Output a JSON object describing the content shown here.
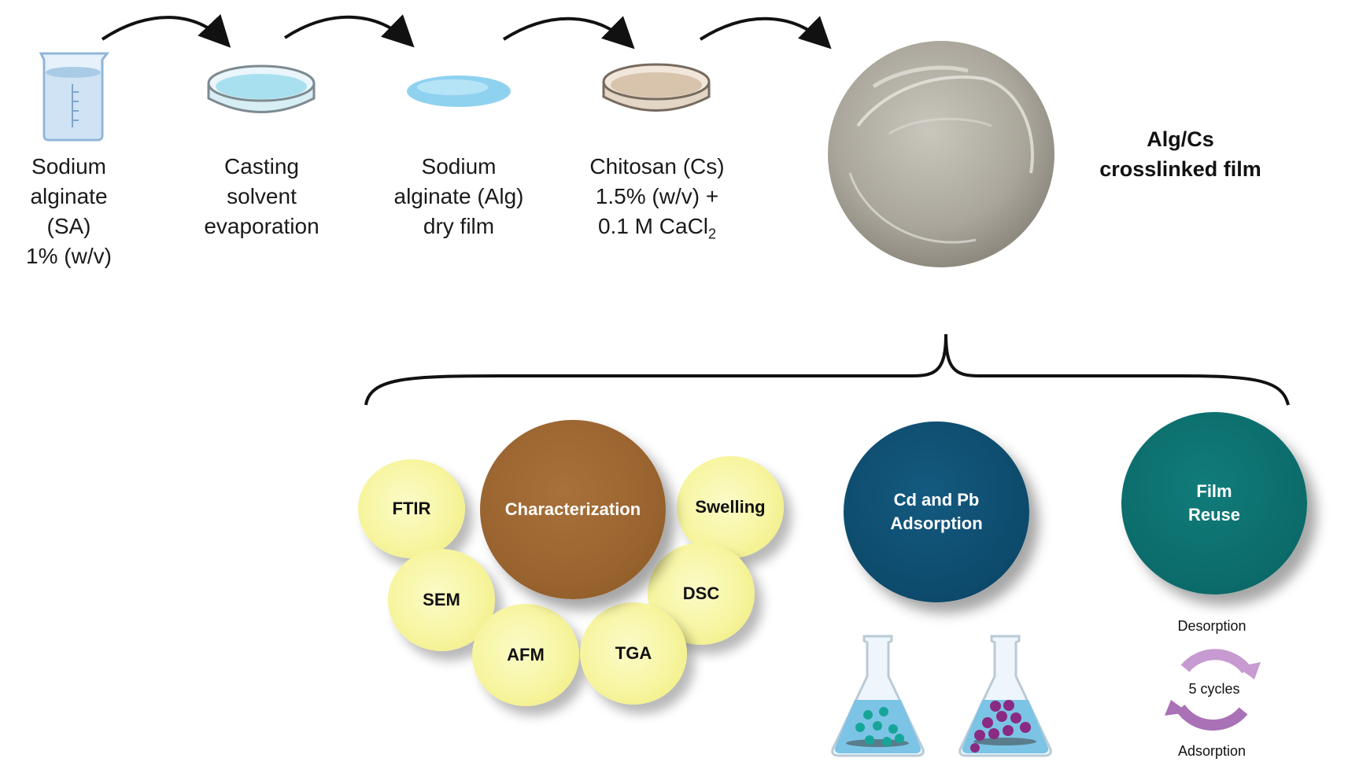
{
  "steps": [
    {
      "lines": [
        "Sodium",
        "alginate",
        "(SA)",
        "1% (w/v)"
      ]
    },
    {
      "lines": [
        "Casting",
        "solvent",
        "evaporation"
      ]
    },
    {
      "lines": [
        "Sodium",
        "alginate (Alg)",
        "dry film"
      ]
    },
    {
      "line1": "Chitosan (Cs)",
      "line2": "1.5% (w/v) +",
      "line3_main": "0.1 M CaCl",
      "line3_sub": "2"
    }
  ],
  "film": {
    "line1": "Alg/Cs",
    "line2": "crosslinked film"
  },
  "characterization": {
    "center": "Characterization",
    "satellites": [
      "FTIR",
      "Swelling",
      "SEM",
      "DSC",
      "AFM",
      "TGA"
    ]
  },
  "adsorption": {
    "line1": "Cd and Pb",
    "line2": "Adsorption"
  },
  "reuse": {
    "line1": "Film",
    "line2": "Reuse"
  },
  "cycle": {
    "top": "Desorption",
    "center": "5 cycles",
    "bottom": "Adsorption"
  },
  "colors": {
    "characterization": "#9a6430",
    "adsorption": "#0d4a6b",
    "reuse": "#0b6b6a",
    "satellite": "#f7f5a0",
    "cycle": "#b988c4"
  }
}
